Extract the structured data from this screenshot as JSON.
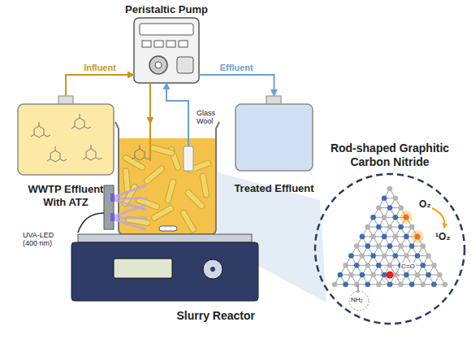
{
  "diagram": {
    "nodes": [
      {
        "text": [
          "Peristaltic Pump"
        ]
      },
      {
        "text": [
          "WWTP Effluent With ATZ"
        ]
      },
      {
        "text": [
          "Treated Effluent"
        ]
      },
      {
        "text": [
          "Rod-shaped Graphitic Carbon Nitride"
        ]
      },
      {
        "text": [
          "Slurry Reactor"
        ]
      }
    ],
    "edges": [
      {
        "from": 1,
        "to": 0,
        "arrow": "to",
        "label": "Influent"
      },
      {
        "from": 0,
        "to": 4,
        "arrow": "to"
      },
      {
        "from": 4,
        "to": 0,
        "arrow": "to"
      },
      {
        "from": 0,
        "to": 2,
        "arrow": "to",
        "label": "Effluent"
      }
    ],
    "labels": [
      "Glass Wool",
      "UVA-LED (400 nm)",
      "O₂",
      "¹O₂",
      "C=O",
      "NH₂"
    ]
  }
}
